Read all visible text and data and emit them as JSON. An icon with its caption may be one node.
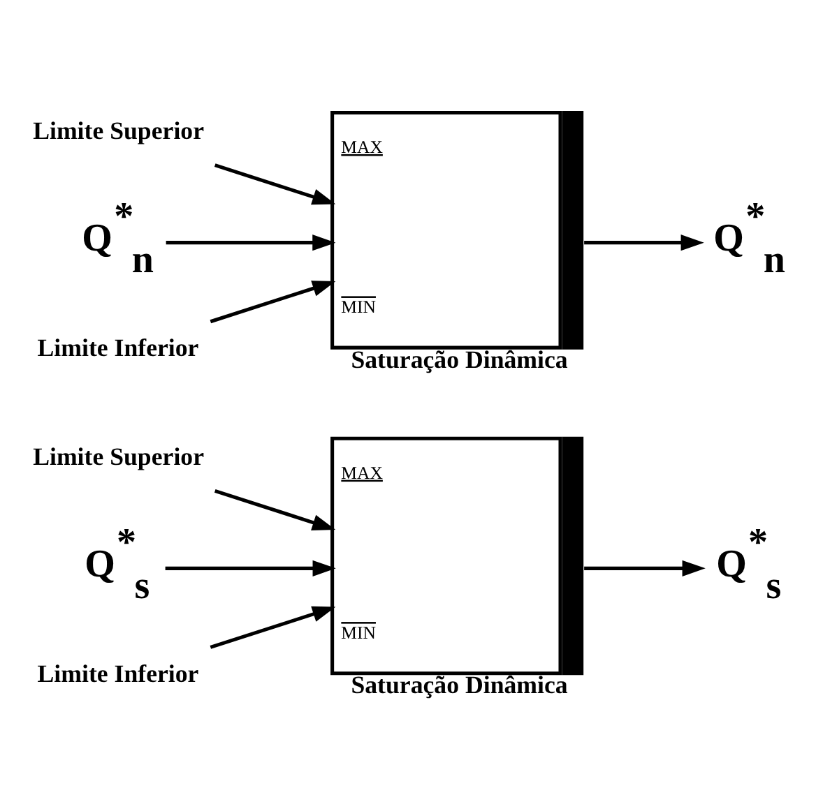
{
  "diagram": {
    "nodes": [
      {
        "text": [
          "Limite Superior"
        ]
      },
      {
        "text": [
          "Q$^{*}$$_{n}$"
        ]
      },
      {
        "text": [
          "Limite Inferior"
        ]
      },
      {
        "text": [
          "MAX",
          "MIN"
        ],
        "beside": [
          "Saturação Dinâmica"
        ]
      },
      {
        "text": [
          "Q$^{*}$$_{n}$"
        ]
      },
      {
        "text": [
          "Limite Superior"
        ]
      },
      {
        "text": [
          "Q$^{*}$$_{s}$"
        ]
      },
      {
        "text": [
          "Limite Inferior"
        ]
      },
      {
        "text": [
          "MAX",
          "MIN"
        ],
        "beside": [
          "Saturação Dinâmica"
        ]
      },
      {
        "text": [
          "Q$^{*}$$_{s}$"
        ]
      }
    ],
    "edges": [
      {
        "from": 0,
        "to": 3,
        "arrow": "to"
      },
      {
        "from": 1,
        "to": 3,
        "arrow": "to"
      },
      {
        "from": 2,
        "to": 3,
        "arrow": "to"
      },
      {
        "from": 3,
        "to": 4,
        "arrow": "to"
      },
      {
        "from": 5,
        "to": 8,
        "arrow": "to"
      },
      {
        "from": 6,
        "to": 8,
        "arrow": "to"
      },
      {
        "from": 7,
        "to": 8,
        "arrow": "to"
      },
      {
        "from": 8,
        "to": 9,
        "arrow": "to"
      }
    ]
  }
}
